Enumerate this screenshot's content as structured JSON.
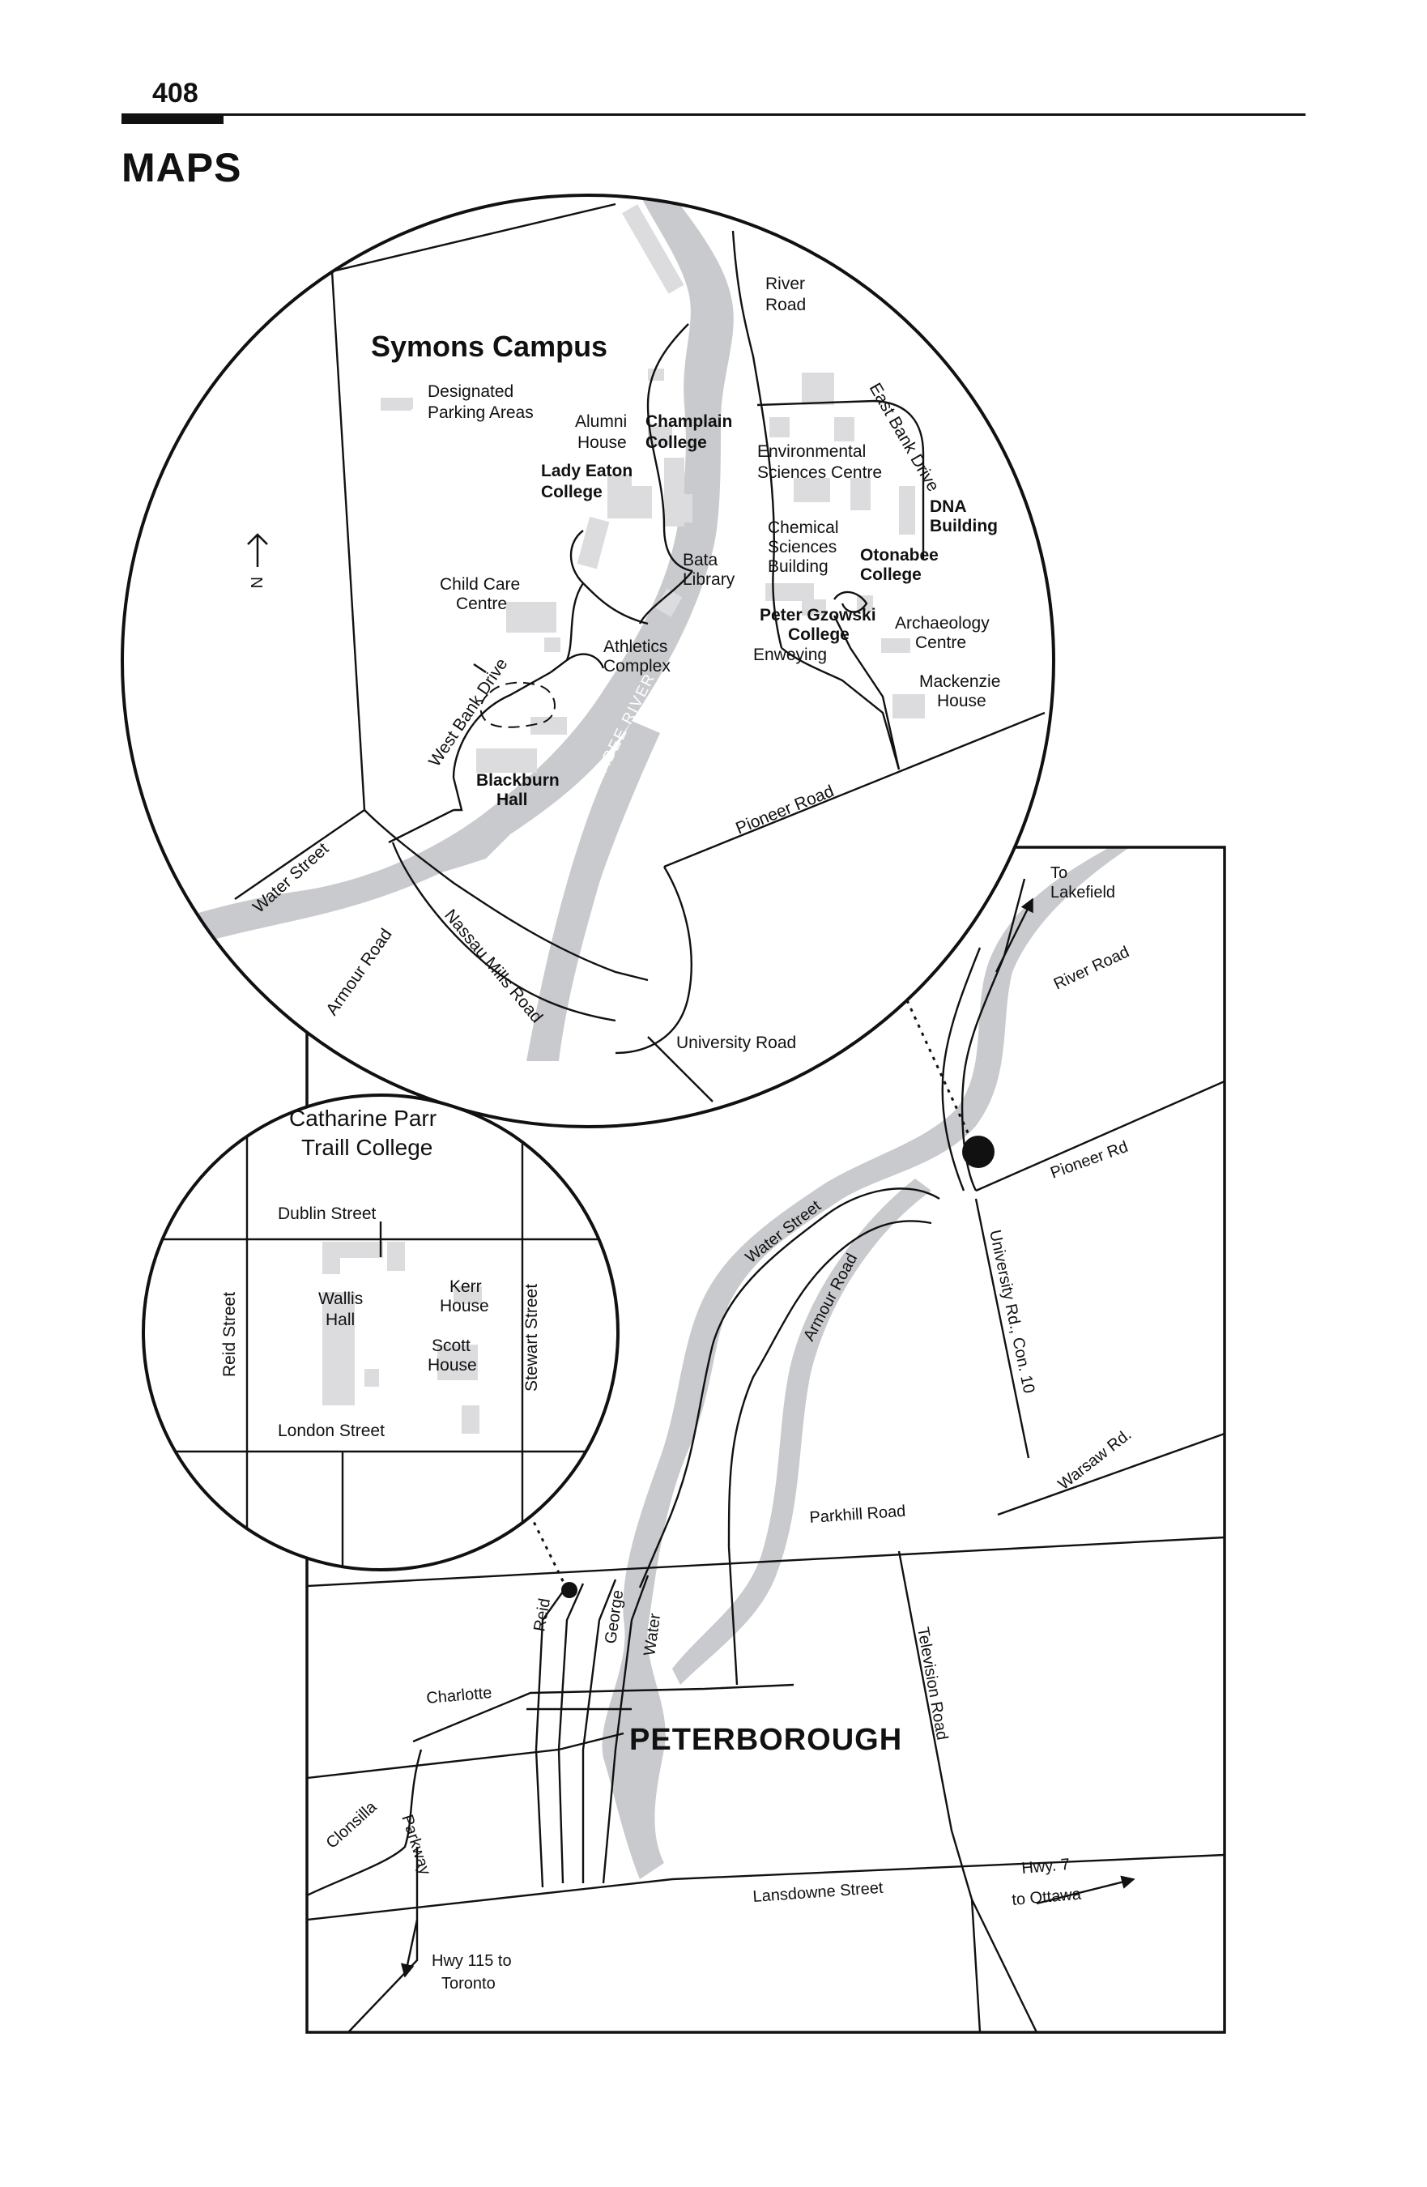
{
  "header": {
    "page_number": "408",
    "section_title": "MAPS"
  },
  "symons": {
    "title": "Symons Campus",
    "legend_text": [
      "Designated",
      "Parking Areas"
    ],
    "north_symbol": "N",
    "labels": {
      "river_road": [
        "River",
        "Road"
      ],
      "east_bank_drive": "East Bank Drive",
      "alumni_house": [
        "Alumni",
        "House"
      ],
      "champlain_college": [
        "Champlain",
        "College"
      ],
      "lady_eaton_college": [
        "Lady Eaton",
        "College"
      ],
      "environmental_sciences": [
        "Environmental",
        "Sciences Centre"
      ],
      "dna_building": [
        "DNA",
        "Building"
      ],
      "chemical_sciences": [
        "Chemical",
        "Sciences",
        "Building"
      ],
      "otonabee_college": [
        "Otonabee",
        "College"
      ],
      "bata_library": [
        "Bata",
        "Library"
      ],
      "child_care_centre": [
        "Child Care",
        "Centre"
      ],
      "peter_gzowski_college": [
        "Peter Gzowski",
        "College"
      ],
      "enweying": "Enweying",
      "archaeology_centre": [
        "Archaeology",
        "Centre"
      ],
      "athletics_complex": [
        "Athletics",
        "Complex"
      ],
      "mackenzie_house": [
        "Mackenzie",
        "House"
      ],
      "west_bank_drive": "West Bank Drive",
      "blackburn_hall": [
        "Blackburn",
        "Hall"
      ],
      "otonabee_river": "OTONABEE RIVER",
      "pioneer_road": "Pioneer Road",
      "water_street": "Water Street",
      "armour_road": "Armour Road",
      "nassau_mills_road": "Nassau Mills Road",
      "university_road": "University Road"
    }
  },
  "traill": {
    "title": [
      "Catharine Parr",
      "Traill College"
    ],
    "labels": {
      "dublin_street": "Dublin Street",
      "reid_street": "Reid Street",
      "wallis_hall": [
        "Wallis",
        "Hall"
      ],
      "kerr_house": [
        "Kerr",
        "House"
      ],
      "scott_house": [
        "Scott",
        "House"
      ],
      "stewart_street": "Stewart Street",
      "london_street": "London Street"
    }
  },
  "city": {
    "title": "PETERBOROUGH",
    "labels": {
      "to_lakefield": [
        "To",
        "Lakefield"
      ],
      "river_road": "River Road",
      "pioneer_rd": "Pioneer Rd",
      "water_street": "Water Street",
      "armour_road": "Armour Road",
      "university_rd_con10": "University Rd., Con. 10",
      "warsaw_rd": "Warsaw Rd.",
      "parkhill_road": "Parkhill Road",
      "reid": "Reid",
      "george": "George",
      "water": "Water",
      "television_road": "Television Road",
      "charlotte": "Charlotte",
      "clonsilla": "Clonsilla",
      "parkway": "Parkway",
      "lansdowne_street": "Lansdowne Street",
      "hwy7": "Hwy. 7",
      "to_ottawa": "to Ottawa",
      "hwy115": [
        "Hwy 115 to",
        "Toronto"
      ]
    }
  },
  "colors": {
    "ink": "#111111",
    "river": "#c9cacd",
    "building": "#dcdcde",
    "background": "#ffffff"
  }
}
